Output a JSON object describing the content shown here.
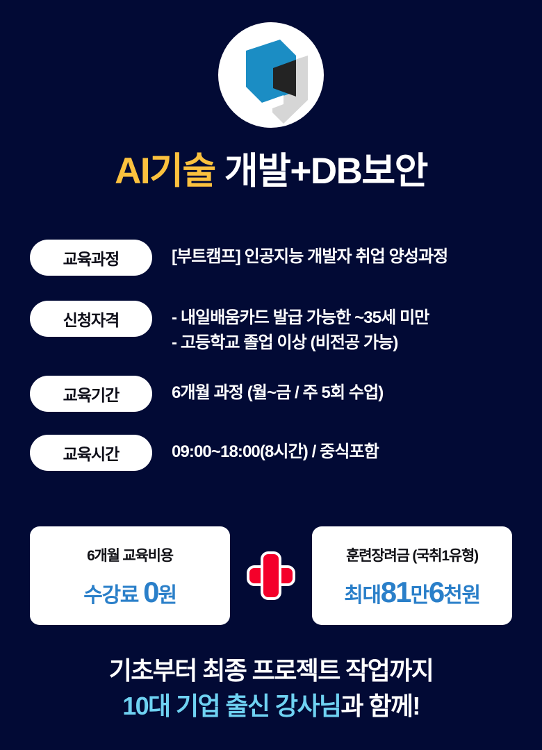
{
  "theme": {
    "background": "#020a35",
    "gold": "#fbc13e",
    "white": "#ffffff",
    "blue": "#2a7fc9",
    "light_blue": "#6fd2f2",
    "red": "#f4002a"
  },
  "logo": {
    "name": "company-logo",
    "shape": "geometric-blocks",
    "circle_fill": "#ffffff",
    "blue_fill": "#1b8dc4",
    "dark_fill": "#232323",
    "gray_fill": "#d6d6d6"
  },
  "title": {
    "highlight": "AI기술",
    "rest": " 개발+DB보안"
  },
  "info": {
    "rows": [
      {
        "label": "교육과정",
        "values": [
          "[부트캠프] 인공지능 개발자 취업 양성과정"
        ]
      },
      {
        "label": "신청자격",
        "values": [
          "- 내일배움카드 발급 가능한 ~35세 미만",
          "- 고등학교 졸업 이상 (비전공 가능)"
        ]
      },
      {
        "label": "교육기간",
        "values": [
          "6개월 과정 (월~금 / 주 5회 수업)"
        ]
      },
      {
        "label": "교육시간",
        "values": [
          "09:00~18:00(8시간) / 중식포함"
        ]
      }
    ]
  },
  "price": {
    "left_card": {
      "caption": "6개월 교육비용",
      "amount_prefix": "수강료 ",
      "amount_big": "0",
      "amount_suffix": "원"
    },
    "operator": "+",
    "right_card": {
      "caption": "훈련장려금 (국취1유형)",
      "amount_prefix": "최대",
      "amount_big1": "81",
      "amount_mid": "만",
      "amount_big2": "6",
      "amount_suffix": "천원"
    }
  },
  "slogan": {
    "line1": "기초부터 최종 프로젝트 작업까지",
    "line2_highlight": "10대 기업 출신 강사님",
    "line2_rest": "과 함께!"
  }
}
